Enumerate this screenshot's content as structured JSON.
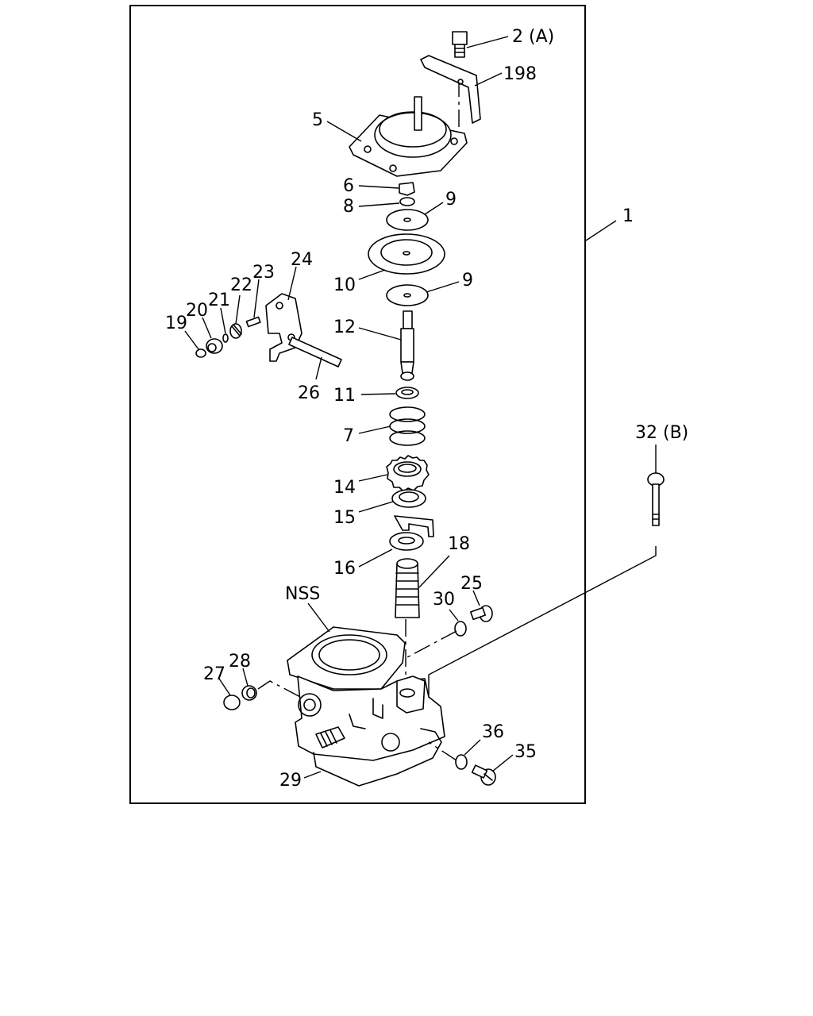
{
  "labels": {
    "l1": "1",
    "l2": "2 (A)",
    "l198": "198",
    "l5": "5",
    "l6": "6",
    "l8": "8",
    "l9a": "9",
    "l10": "10",
    "l9b": "9",
    "l12": "12",
    "l24": "24",
    "l23": "23",
    "l22": "22",
    "l21": "21",
    "l20": "20",
    "l19": "19",
    "l26": "26",
    "l11": "11",
    "l7": "7",
    "l14": "14",
    "l15": "15",
    "l16": "16",
    "l18": "18",
    "l32": "32 (B)",
    "lNSS": "NSS",
    "l30": "30",
    "l25": "25",
    "l27": "27",
    "l28": "28",
    "l36": "36",
    "l35": "35",
    "l29": "29"
  }
}
